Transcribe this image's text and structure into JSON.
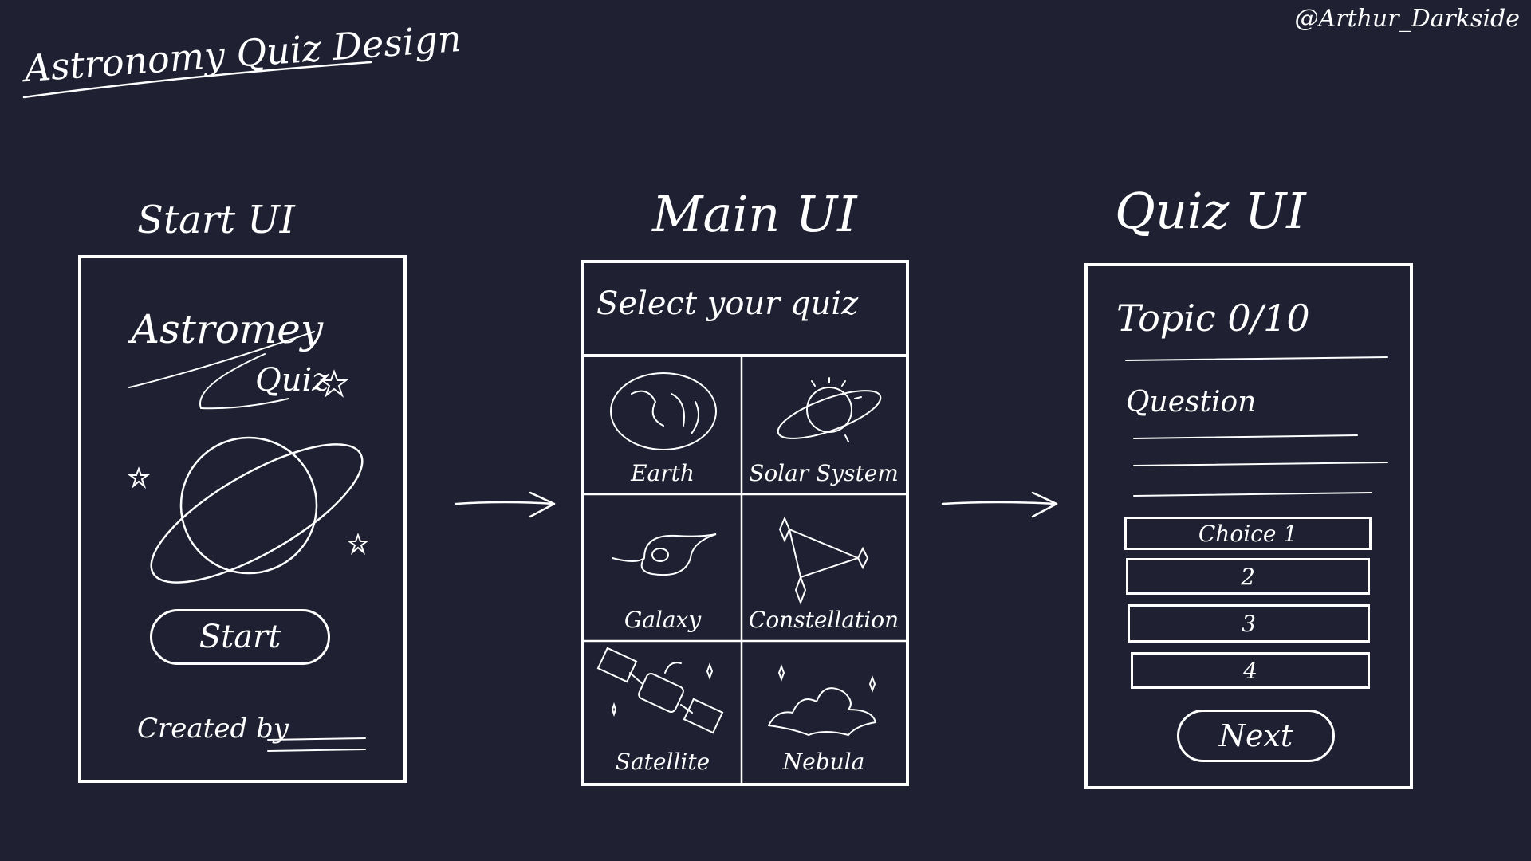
{
  "page_title": "Astronomy Quiz Design",
  "author": "@Arthur_Darkside",
  "start_ui": {
    "heading": "Start UI",
    "logo_line1": "Astromey",
    "logo_line2": "Quiz",
    "start_button": "Start",
    "created_by": "Created by"
  },
  "main_ui": {
    "heading": "Main UI",
    "header": "Select your quiz",
    "topics": [
      {
        "label": "Earth",
        "icon": "earth-icon"
      },
      {
        "label": "Solar System",
        "icon": "solar-system-icon"
      },
      {
        "label": "Galaxy",
        "icon": "galaxy-icon"
      },
      {
        "label": "Constellation",
        "icon": "constellation-icon"
      },
      {
        "label": "Satellite",
        "icon": "satellite-icon"
      },
      {
        "label": "Nebula",
        "icon": "nebula-icon"
      }
    ]
  },
  "quiz_ui": {
    "heading": "Quiz UI",
    "topic": "Topic 0/10",
    "question": "Question",
    "choices": [
      "Choice 1",
      "2",
      "3",
      "4"
    ],
    "next_button": "Next"
  }
}
